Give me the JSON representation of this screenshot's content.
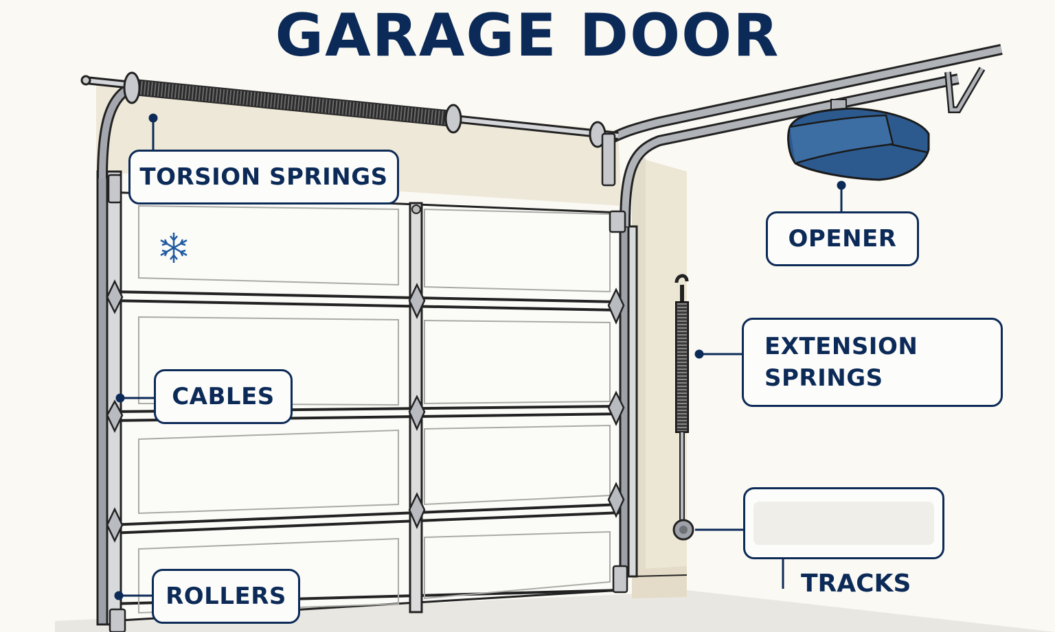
{
  "title": "GARAGE DOOR",
  "labels": {
    "torsion_springs": "TORSION SPRINGS",
    "opener": "OPENER",
    "extension_springs_line1": "EXTENSION",
    "extension_springs_line2": "SPRINGS",
    "cables": "CABLES",
    "rollers": "ROLLERS",
    "tracks": "TRACKS"
  },
  "icons": {
    "snowflake": "snowflake-icon",
    "waves": "wave-icon"
  },
  "colors": {
    "navy": "#0c2a57",
    "opener_blue": "#2c5a8f",
    "wall": "#f0ebdd",
    "background": "#faf9f4",
    "metal": "#b9bcc2"
  }
}
